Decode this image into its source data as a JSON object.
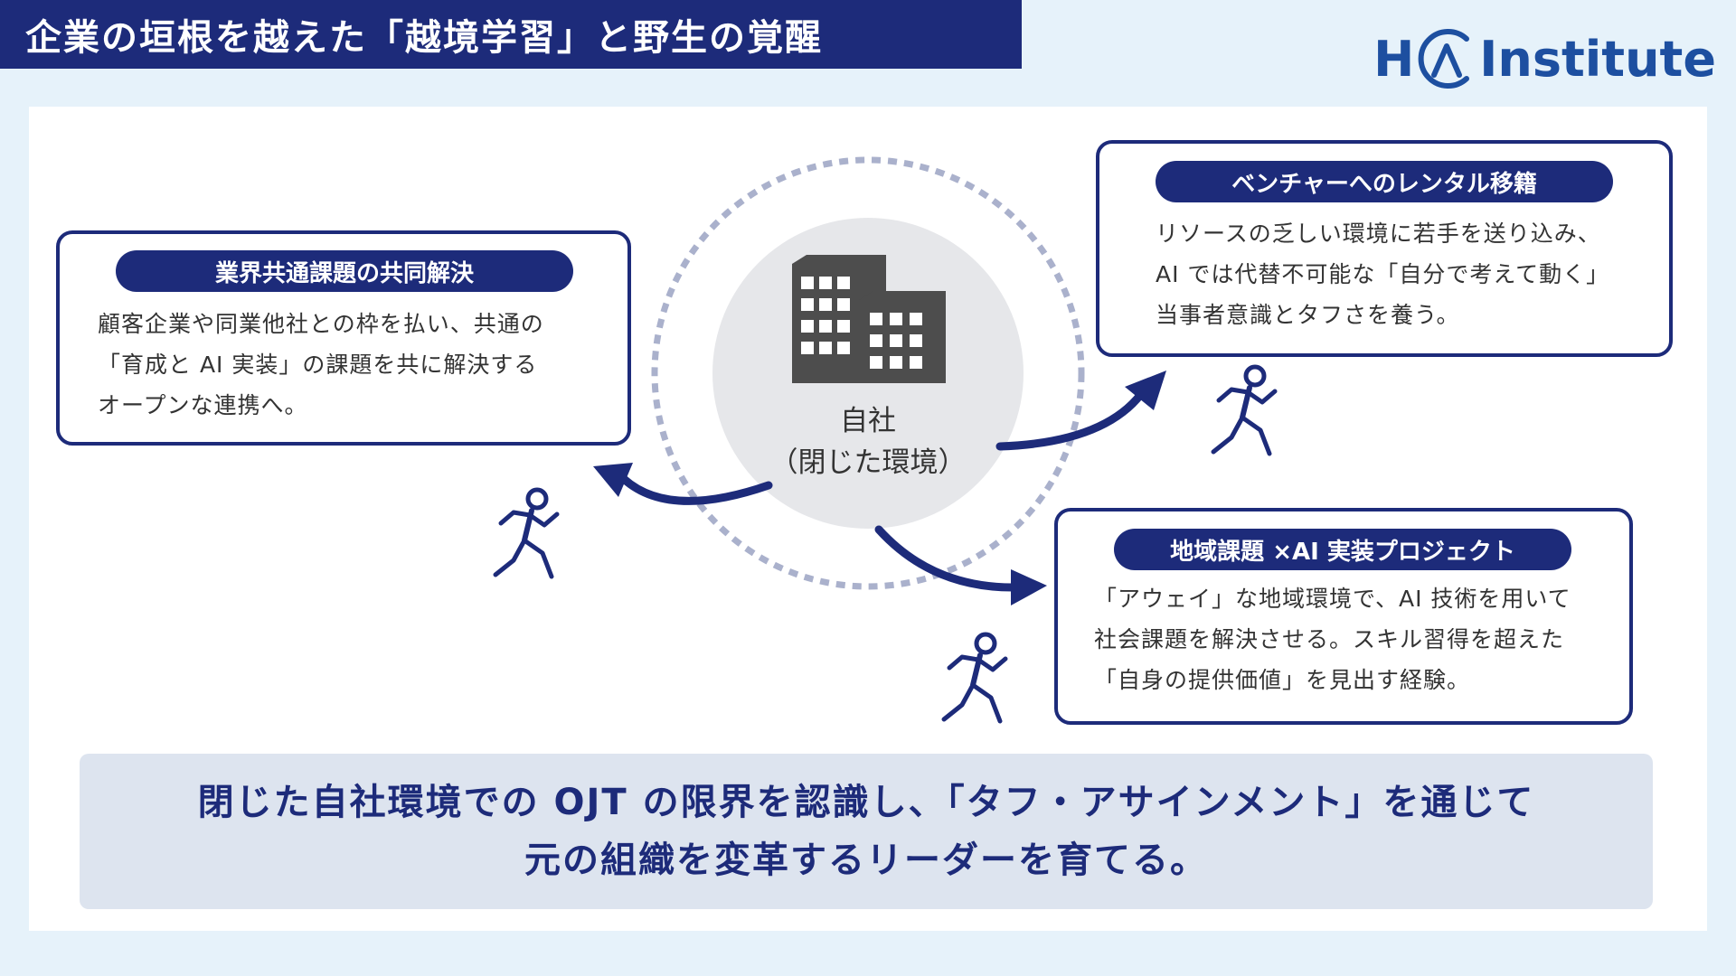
{
  "header": {
    "title": "企業の垣根を越えた「越境学習」と野生の覚醒"
  },
  "logo": {
    "prefix": "H",
    "suffix": "Institute",
    "mark_icon": "circle-a-icon",
    "color": "#1d4fa0"
  },
  "center": {
    "icon": "office-buildings-icon",
    "line1": "自社",
    "line2": "（閉じた環境）"
  },
  "cards": [
    {
      "label": "業界共通課題の共同解決",
      "lines": [
        "顧客企業や同業他社との枠を払い、共通の",
        "「育成と AI 実装」の課題を共に解決する",
        "オープンな連携へ。"
      ]
    },
    {
      "label": "ベンチャーへのレンタル移籍",
      "lines": [
        "リソースの乏しい環境に若手を送り込み、",
        "AI では代替不可能な「自分で考えて動く」",
        "当事者意識とタフさを養う。"
      ]
    },
    {
      "label": "地域課題 ×AI 実装プロジェクト",
      "lines": [
        "「アウェイ」な地域環境で、AI 技術を用いて",
        "社会課題を解決させる。スキル習得を超えた",
        "「自身の提供価値」を見出す経験。"
      ]
    }
  ],
  "summary": {
    "line1": "閉じた自社環境での OJT の限界を認識し、「タフ・アサインメント」を通じて",
    "line2": "元の組織を変革するリーダーを育てる。"
  },
  "colors": {
    "navy": "#1d2b7a",
    "dotted_ring": "#aab1cc",
    "center_circle": "#e6e7ea",
    "building": "#4d4d4d",
    "summary_bg": "#dde4ef",
    "background": "#e6f2fa"
  }
}
